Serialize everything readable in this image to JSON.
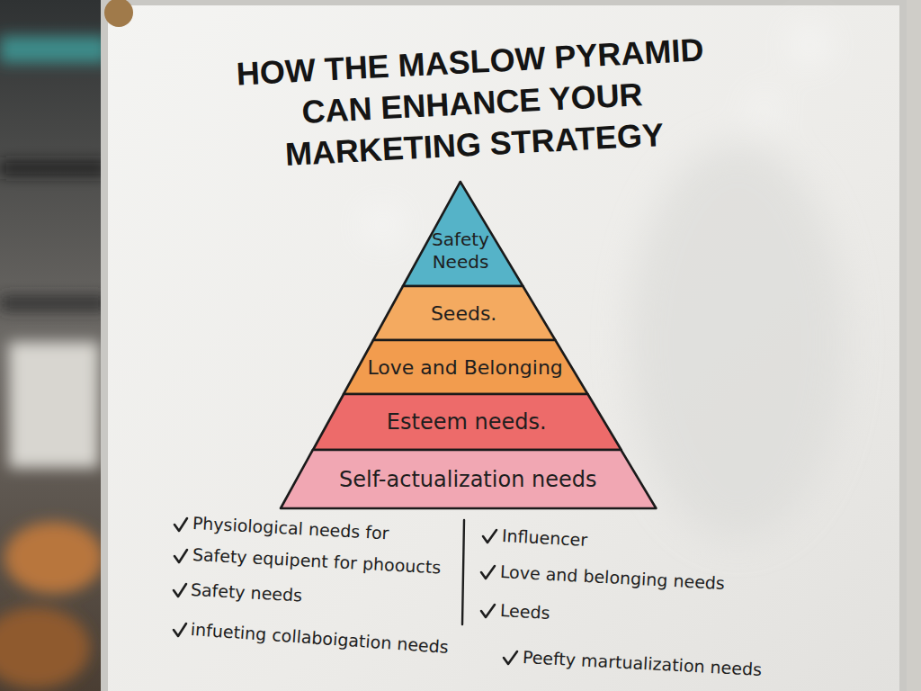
{
  "diagram": {
    "title": "HOW THE MASLOW PYRAMID CAN ENHANCE YOUR MARKETING STRATEGY",
    "nodes": [
      {
        "text": [
          "Safety Needs"
        ]
      },
      {
        "text": [
          "Seeds."
        ]
      },
      {
        "text": [
          "Love and Belonging"
        ]
      },
      {
        "text": [
          "Esteem needs."
        ]
      },
      {
        "text": [
          "Self-actualization needs"
        ]
      }
    ],
    "labels": [
      "Physiological needs for",
      "Safety equipent for phooucts",
      "Safety needs",
      "infueting collaboigation needs",
      "Influencer",
      "Love and belonging needs",
      "Leeds",
      "Peefty martualization needs"
    ]
  }
}
